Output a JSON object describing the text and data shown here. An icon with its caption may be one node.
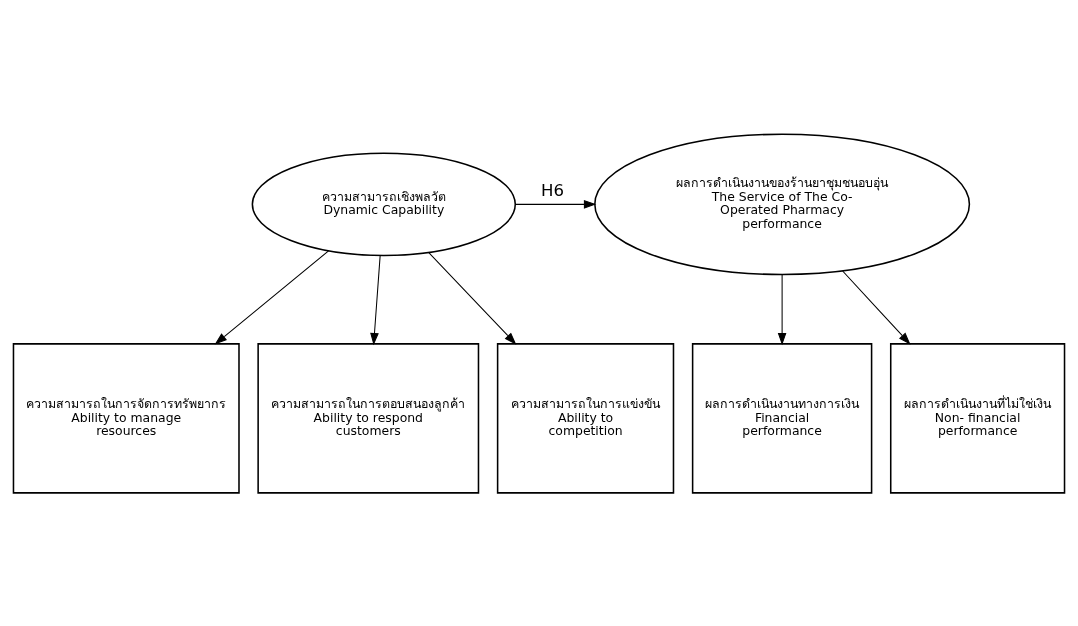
{
  "diagram": {
    "nodes": [
      {
        "text": [
          "ความสามารถเชิงพลวัต",
          "Dynamic Capability"
        ]
      },
      {
        "text": [
          "ผลการดำเนินงานของร้านยาชุมชนอบอุ่น",
          "The Service of The Co-Operated Pharmacy performance"
        ]
      },
      {
        "text": [
          "ความสามารถในการจัดการทรัพยากร",
          "Ability to manage resources"
        ]
      },
      {
        "text": [
          "ความสามารถในการตอบสนองลูกค้า",
          "Ability to respond customers"
        ]
      },
      {
        "text": [
          "ความสามารถในการแข่งขัน",
          "Ability to competition"
        ]
      },
      {
        "text": [
          "ผลการดำเนินงานทางการเงิน",
          "Financial performance"
        ]
      },
      {
        "text": [
          "ผลการดำเนินงานที่ไม่ใช่เงิน",
          "Non- financial performance"
        ]
      }
    ],
    "edges": [
      {
        "from": 0,
        "to": 1,
        "arrow": "to",
        "label": "H6"
      },
      {
        "from": 0,
        "to": 2,
        "arrow": "to"
      },
      {
        "from": 0,
        "to": 3,
        "arrow": "to"
      },
      {
        "from": 0,
        "to": 4,
        "arrow": "to"
      },
      {
        "from": 1,
        "to": 5,
        "arrow": "to"
      },
      {
        "from": 1,
        "to": 6,
        "arrow": "to"
      }
    ]
  }
}
